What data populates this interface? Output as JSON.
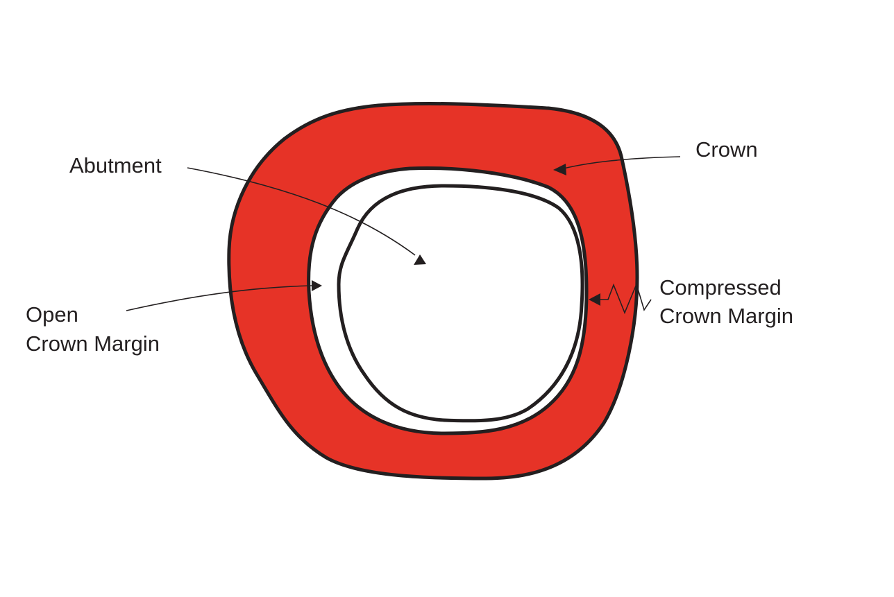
{
  "labels": {
    "abutment": "Abutment",
    "crown": "Crown",
    "open_margin_line1": "Open",
    "open_margin_line2": "Crown Margin",
    "compressed_margin_line1": "Compressed",
    "compressed_margin_line2": "Crown Margin"
  },
  "colors": {
    "crown_fill": "#e63327",
    "outline": "#231f20",
    "background": "#ffffff"
  }
}
